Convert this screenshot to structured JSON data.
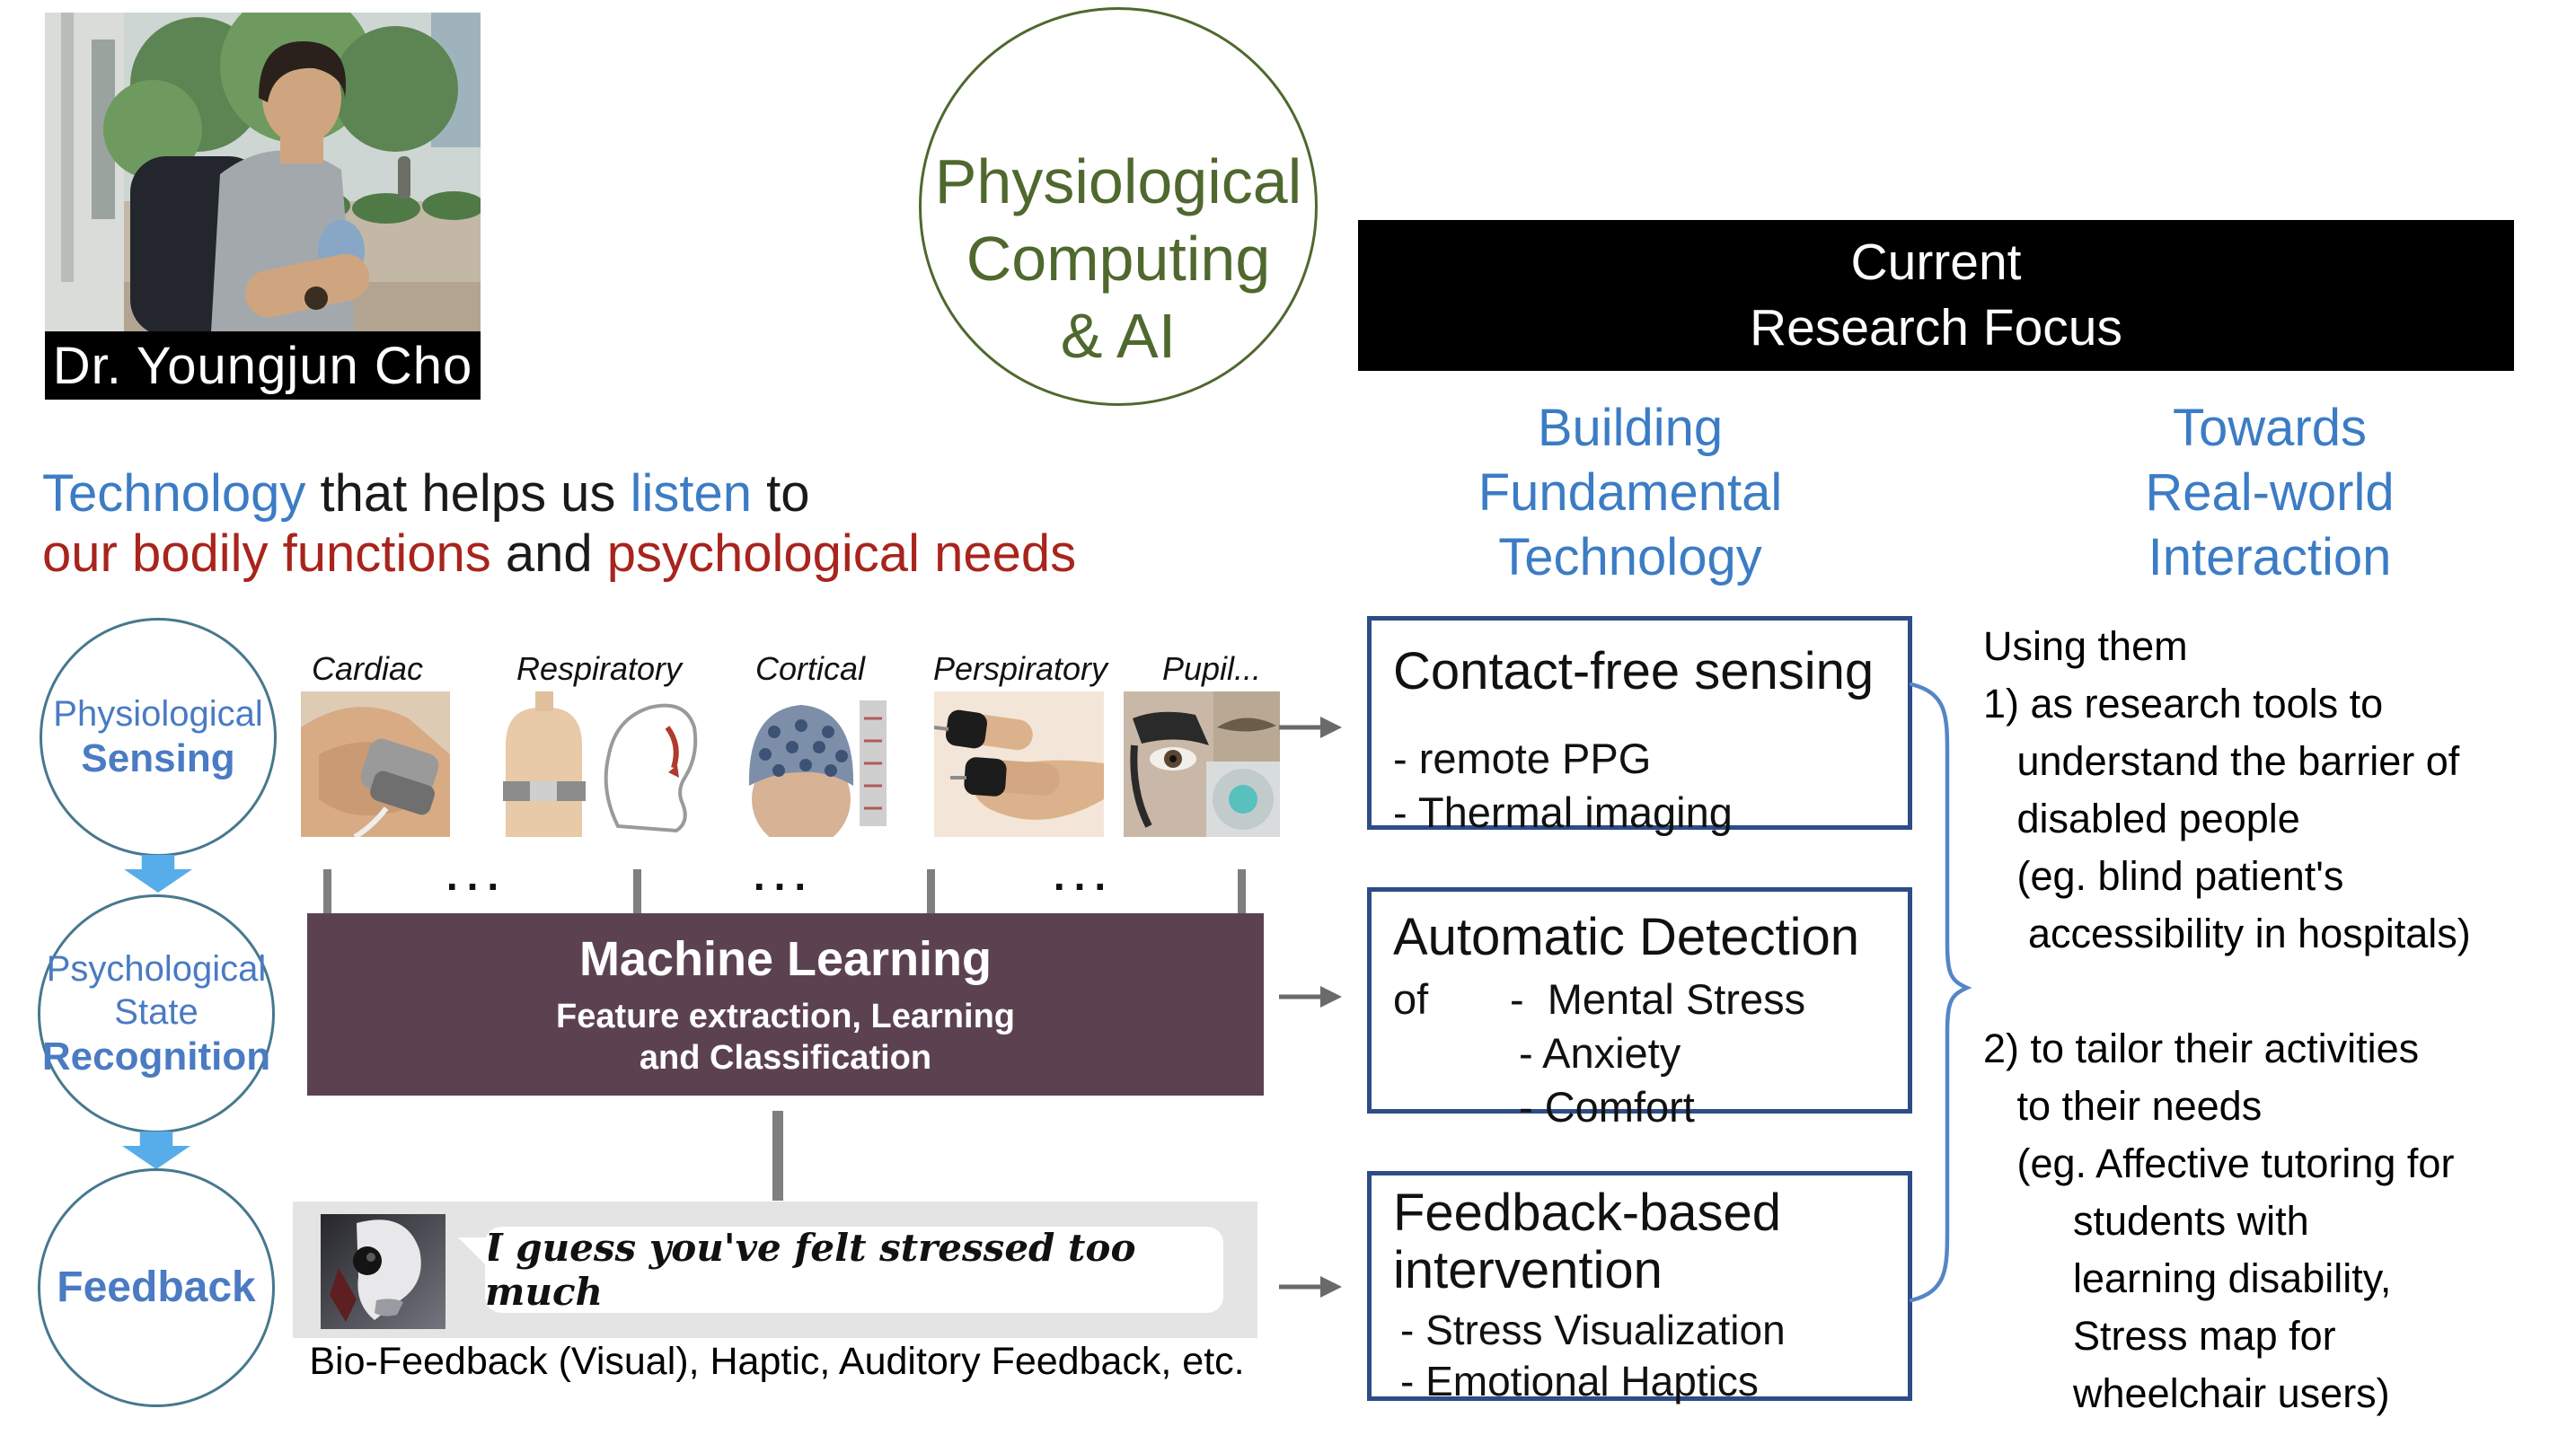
{
  "profile": {
    "caption": "Dr. Youngjun Cho"
  },
  "logo": {
    "line1": "Physiological",
    "line2": "Computing",
    "line3": "& AI"
  },
  "banner": {
    "line1": "Current",
    "line2": "Research Focus"
  },
  "column_headings": {
    "left": {
      "line1": "Building",
      "line2": "Fundamental",
      "line3": "Technology"
    },
    "right": {
      "line1": "Towards",
      "line2": "Real-world",
      "line3": "Interaction"
    }
  },
  "tagline": {
    "l1_blue": "Technology",
    "l1_black": " that helps us ",
    "l1_blue2": "listen",
    "l1_black2": " to",
    "l2_red": "our bodily functions",
    "l2_black": " and ",
    "l2_red2": "psychological needs"
  },
  "pipeline": {
    "stage1": {
      "line1": "Physiological",
      "line2": "Sensing"
    },
    "stage2": {
      "line1": "Psychological",
      "line2": "State",
      "line3": "Recognition"
    },
    "stage3": {
      "label": "Feedback"
    }
  },
  "sensors": {
    "labels": [
      "Cardiac",
      "Respiratory",
      "Cortical",
      "Perspiratory",
      "Pupil..."
    ],
    "separator": "..."
  },
  "ml": {
    "title": "Machine Learning",
    "sub1": "Feature extraction, Learning",
    "sub2": "and Classification"
  },
  "feedback": {
    "bubble": "I guess you've felt stressed too much",
    "caption": "Bio-Feedback (Visual), Haptic, Auditory Feedback, etc."
  },
  "boxes": {
    "sensing": {
      "title": "Contact-free sensing",
      "item1": "- remote PPG",
      "item2": "- Thermal imaging"
    },
    "detection": {
      "title": "Automatic Detection",
      "prefix": "of",
      "item1": "-  Mental Stress",
      "item2": "- Anxiety",
      "item3": "- Comfort"
    },
    "intervention": {
      "title1": "Feedback-based",
      "title2": "intervention",
      "item1": "- Stress Visualization",
      "item2": "- Emotional Haptics"
    }
  },
  "applications": {
    "lines": [
      "Using them",
      "1) as research tools to",
      "   understand the barrier of",
      "   disabled people",
      "   (eg. blind patient's",
      "    accessibility in hospitals)",
      "",
      "2) to tailor their activities",
      "   to their needs",
      "   (eg. Affective tutoring for",
      "        students with",
      "        learning disability,",
      "        Stress map for",
      "        wheelchair users)"
    ]
  },
  "colors": {
    "logo_green": "#4f682e",
    "heading_blue": "#3c7cc5",
    "tagline_red": "#a8241c",
    "circle_text_blue": "#4a7bc3",
    "circle_border": "#46788e",
    "flow_arrow_blue": "#56ade9",
    "ml_plum": "#5c4251",
    "box_border_navy": "#2e4d86",
    "brace_blue": "#5585c8",
    "panel_gray": "#e4e4e4"
  }
}
